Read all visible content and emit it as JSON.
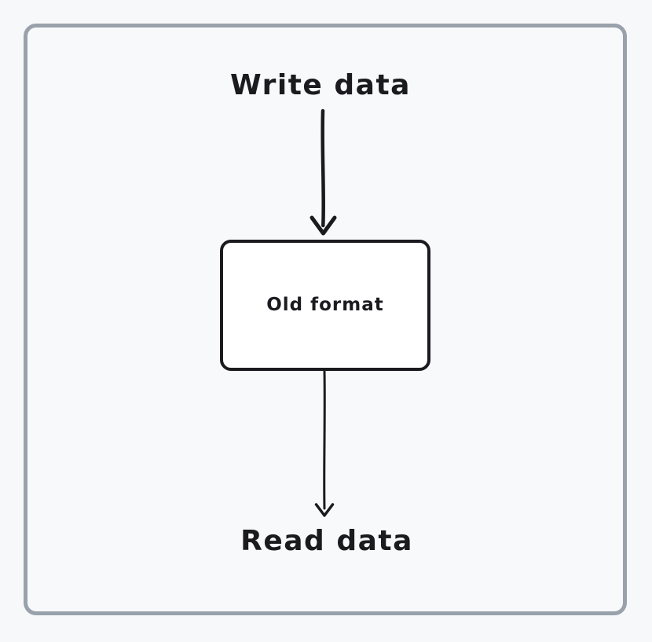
{
  "canvas": {
    "page_background": "#f7f8fa",
    "frame_border_color": "#99a1ab",
    "stroke_color": "#1b1b1f",
    "node_fill": "#ffffff"
  },
  "diagram": {
    "top_label": "Write data",
    "node_label": "Old format",
    "bottom_label": "Read data"
  }
}
